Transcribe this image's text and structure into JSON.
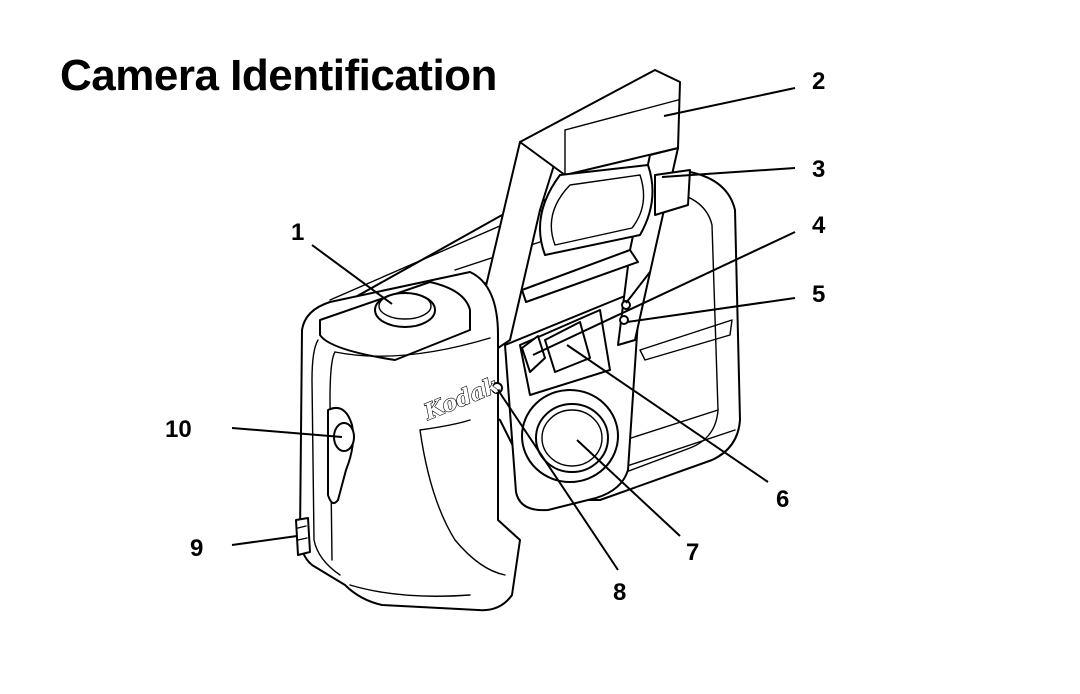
{
  "title": "Camera Identification",
  "brand_label": "Kodak",
  "callouts": [
    "1",
    "2",
    "3",
    "4",
    "5",
    "6",
    "7",
    "8",
    "9",
    "10"
  ]
}
